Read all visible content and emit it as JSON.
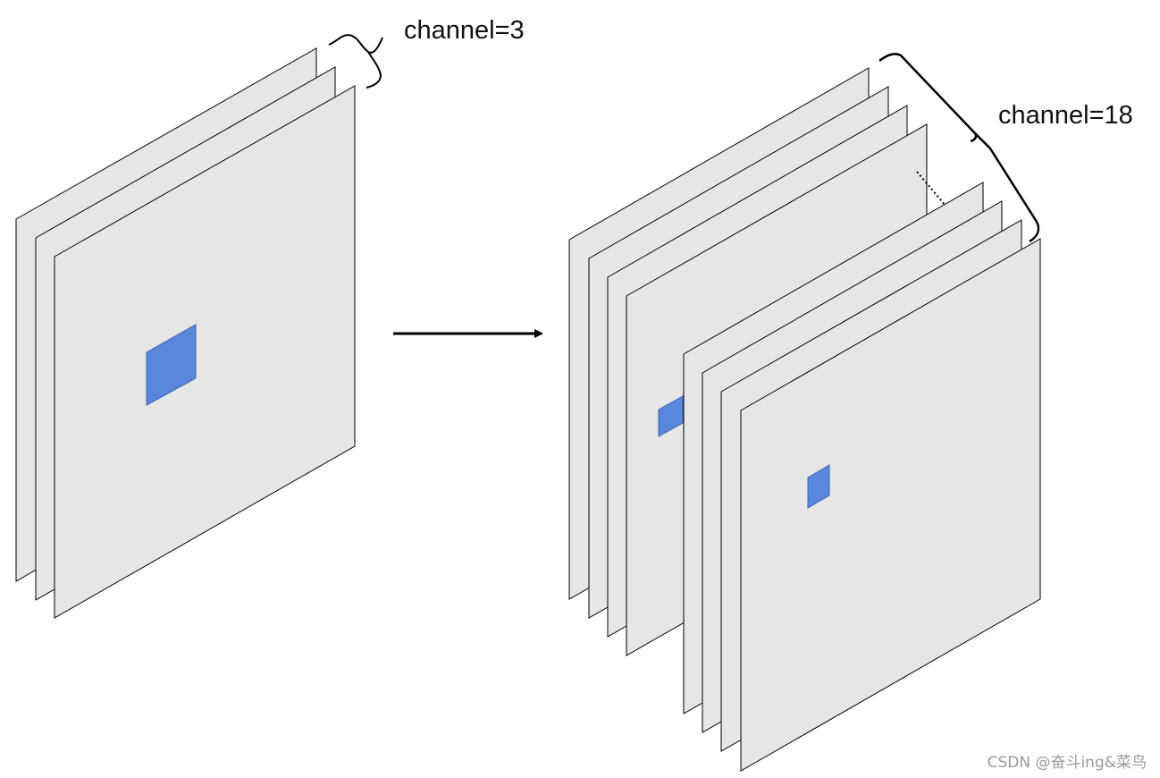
{
  "labels": {
    "left_channels": "channel=3",
    "right_channels": "channel=18"
  },
  "watermark": "CSDN @奋斗ing&菜鸟",
  "left_stack": {
    "visible_layers": 3
  },
  "right_stack": {
    "visible_layers_back": 4,
    "visible_layers_front": 4
  },
  "colors": {
    "layer_fill": "#e6e6e6",
    "layer_stroke": "#000000",
    "highlight_fill": "#5a86dc",
    "highlight_stroke": "#3a64b0",
    "text": "#111111",
    "watermark": "#9a9a9a"
  }
}
